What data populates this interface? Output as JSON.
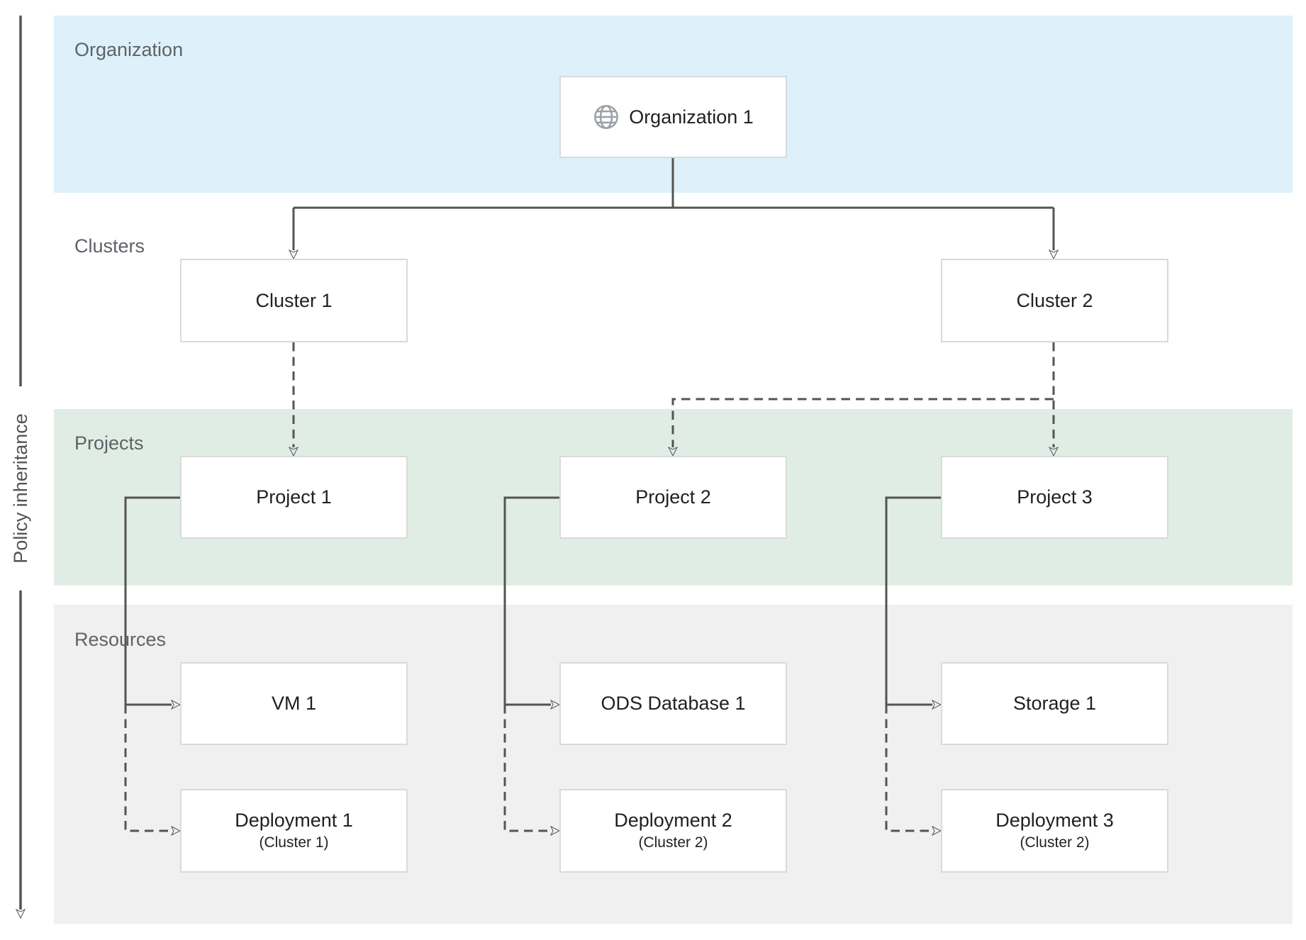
{
  "bands": {
    "organization": "Organization",
    "clusters": "Clusters",
    "projects": "Projects",
    "resources": "Resources"
  },
  "axis": {
    "label": "Policy inheritance"
  },
  "boxes": {
    "organization1": {
      "label": "Organization 1",
      "icon": "globe-icon"
    },
    "cluster1": {
      "label": "Cluster 1"
    },
    "cluster2": {
      "label": "Cluster 2"
    },
    "project1": {
      "label": "Project 1"
    },
    "project2": {
      "label": "Project 2"
    },
    "project3": {
      "label": "Project 3"
    },
    "vm1": {
      "label": "VM 1"
    },
    "ods_database1": {
      "label": "ODS Database 1"
    },
    "storage1": {
      "label": "Storage 1"
    },
    "deployment1": {
      "label": "Deployment 1",
      "sub": "(Cluster 1)"
    },
    "deployment2": {
      "label": "Deployment 2",
      "sub": "(Cluster 2)"
    },
    "deployment3": {
      "label": "Deployment 3",
      "sub": "(Cluster 2)"
    }
  },
  "colors": {
    "band_organization": "#def0fa",
    "band_projects": "#e0ede5",
    "band_resources": "#f0f0f0",
    "box_bg": "#ffffff",
    "box_border": "#d8dadb",
    "line": "#545454",
    "text_dark": "#202124",
    "band_label": "#5f6368",
    "icon": "#9aa0a6"
  }
}
